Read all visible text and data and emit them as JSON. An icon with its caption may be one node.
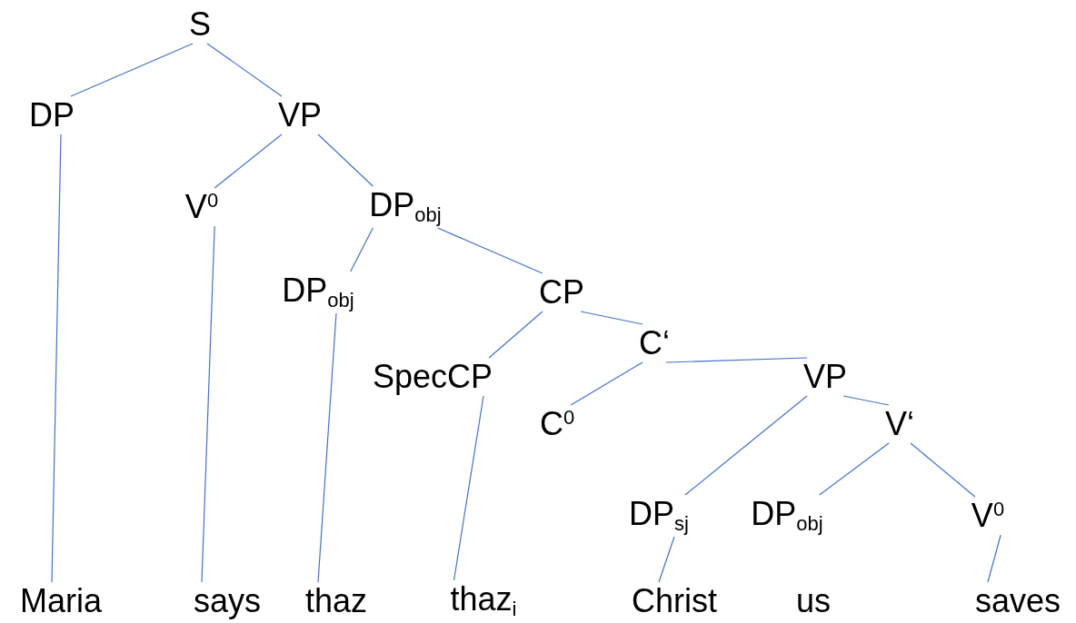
{
  "diagram": {
    "nodes": [
      {
        "text": [
          "S"
        ]
      },
      {
        "text": [
          "DP"
        ]
      },
      {
        "text": [
          "VP"
        ]
      },
      {
        "text": [
          "V$^{0}$"
        ]
      },
      {
        "text": [
          "DP$_{obj}$"
        ]
      },
      {
        "text": [
          "DP$_{obj}$"
        ]
      },
      {
        "text": [
          "CP"
        ]
      },
      {
        "text": [
          "C‘"
        ]
      },
      {
        "text": [
          "SpecCP"
        ]
      },
      {
        "text": [
          "VP"
        ]
      },
      {
        "text": [
          "C$^{0}$"
        ]
      },
      {
        "text": [
          "V‘"
        ]
      },
      {
        "text": [
          "DP$_{sj}$"
        ]
      },
      {
        "text": [
          "DP$_{obj}$"
        ]
      },
      {
        "text": [
          "V$^{0}$"
        ]
      },
      {
        "text": [
          "Maria"
        ]
      },
      {
        "text": [
          "says"
        ]
      },
      {
        "text": [
          "thaz"
        ]
      },
      {
        "text": [
          "thaz$_{i}$"
        ]
      },
      {
        "text": [
          "Christ"
        ]
      },
      {
        "text": [
          "us"
        ]
      },
      {
        "text": [
          "saves"
        ]
      }
    ],
    "edges": [
      {
        "from": 0,
        "to": 1,
        "arrow": "none"
      },
      {
        "from": 0,
        "to": 2,
        "arrow": "none"
      },
      {
        "from": 1,
        "to": 15,
        "arrow": "none"
      },
      {
        "from": 2,
        "to": 3,
        "arrow": "none"
      },
      {
        "from": 2,
        "to": 4,
        "arrow": "none"
      },
      {
        "from": 3,
        "to": 16,
        "arrow": "none"
      },
      {
        "from": 4,
        "to": 5,
        "arrow": "none"
      },
      {
        "from": 4,
        "to": 6,
        "arrow": "none"
      },
      {
        "from": 5,
        "to": 17,
        "arrow": "none"
      },
      {
        "from": 6,
        "to": 8,
        "arrow": "none"
      },
      {
        "from": 6,
        "to": 7,
        "arrow": "none"
      },
      {
        "from": 7,
        "to": 10,
        "arrow": "none"
      },
      {
        "from": 7,
        "to": 9,
        "arrow": "none"
      },
      {
        "from": 8,
        "to": 18,
        "arrow": "none"
      },
      {
        "from": 9,
        "to": 12,
        "arrow": "none"
      },
      {
        "from": 9,
        "to": 11,
        "arrow": "none"
      },
      {
        "from": 11,
        "to": 13,
        "arrow": "none"
      },
      {
        "from": 11,
        "to": 14,
        "arrow": "none"
      },
      {
        "from": 12,
        "to": 19,
        "arrow": "none"
      },
      {
        "from": 14,
        "to": 21,
        "arrow": "none"
      }
    ]
  }
}
